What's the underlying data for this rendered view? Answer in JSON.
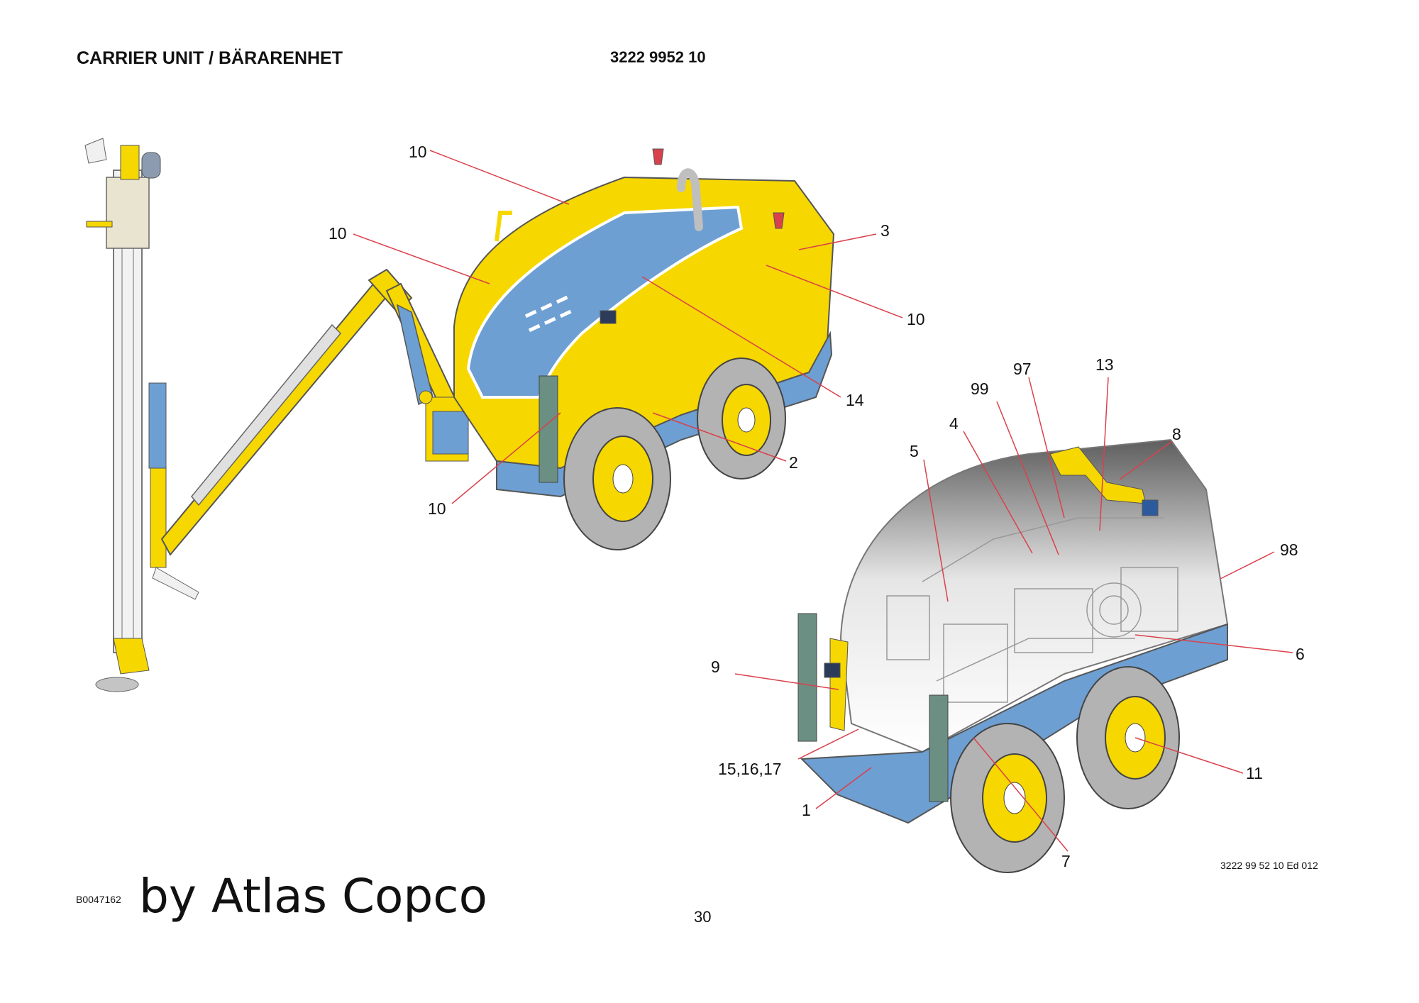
{
  "header": {
    "title": "CARRIER UNIT / BÄRARENHET",
    "part_number": "3222 9952 10"
  },
  "footer": {
    "image_id": "B0047162",
    "watermark": "by Atlas Copco",
    "page_number": "30",
    "edition": "3222 99 52 10 Ed 012"
  },
  "colors": {
    "body_yellow": "#f6d700",
    "frame_blue": "#6d9fd3",
    "leader_red": "#d9414c",
    "tyre_grey": "#b3b3b3"
  },
  "callouts": {
    "c10a": "10",
    "c10b": "10",
    "c3": "3",
    "c10c": "10",
    "c14": "14",
    "c2": "2",
    "c10d": "10",
    "c97": "97",
    "c13": "13",
    "c99": "99",
    "c4": "4",
    "c5": "5",
    "c8": "8",
    "c98": "98",
    "c6": "6",
    "c9": "9",
    "c151617": "15,16,17",
    "c11": "11",
    "c1": "1",
    "c7": "7"
  }
}
